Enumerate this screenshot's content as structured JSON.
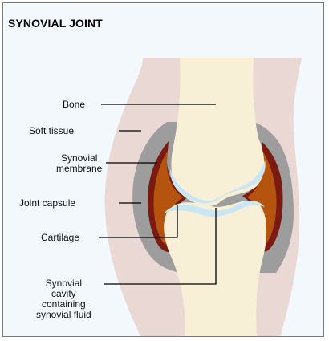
{
  "title": "SYNOVIAL JOINT",
  "labels": {
    "bone": "Bone",
    "soft_tissue": "Soft tissue",
    "synovial_membrane_1": "Synovial",
    "synovial_membrane_2": "membrane",
    "joint_capsule": "Joint capsule",
    "cartilage": "Cartilage",
    "cavity_1": "Synovial",
    "cavity_2": "cavity",
    "cavity_3": "containing",
    "cavity_4": "synovial fluid"
  },
  "colors": {
    "background": "#f3f8fc",
    "soft_tissue": "#e9d8d4",
    "bone": "#f7efd6",
    "joint_capsule": "#9d9d9d",
    "synovial_membrane": "#7a1a10",
    "synovial_fluid": "#b5540e",
    "cartilage": "#c8e6f4",
    "leader_line": "#000000"
  }
}
